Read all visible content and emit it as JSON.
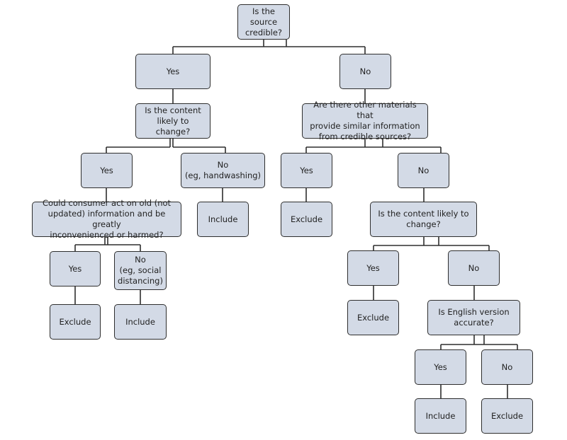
{
  "nodes": {
    "root": "Is the\nsource\ncredible?",
    "yes1": "Yes",
    "no1": "No",
    "q_change_left": "Is the content\nlikely to change?",
    "q_other_materials": "Are there other materials that\nprovide similar information\nfrom credible sources?",
    "yes_change_left": "Yes",
    "no_handwashing": "No\n(eg, handwashing)",
    "yes_other": "Yes",
    "no_other": "No",
    "q_consumer": "Could consumer act on old (not\nupdated) information and be greatly\ninconvenienced or harmed?",
    "include_handwashing": "Include",
    "exclude_other": "Exclude",
    "q_change_right": "Is the content likely to\nchange?",
    "yes_consumer": "Yes",
    "no_social": "No\n(eg, social\ndistancing)",
    "exclude_consumer": "Exclude",
    "include_social": "Include",
    "yes_change_right": "Yes",
    "no_change_right": "No",
    "exclude_change_right": "Exclude",
    "q_english": "Is English version\naccurate?",
    "yes_english": "Yes",
    "no_english": "No",
    "include_english": "Include",
    "exclude_english": "Exclude"
  },
  "colors": {
    "box_fill": "#d3dae6",
    "border": "#2e2e2e"
  }
}
